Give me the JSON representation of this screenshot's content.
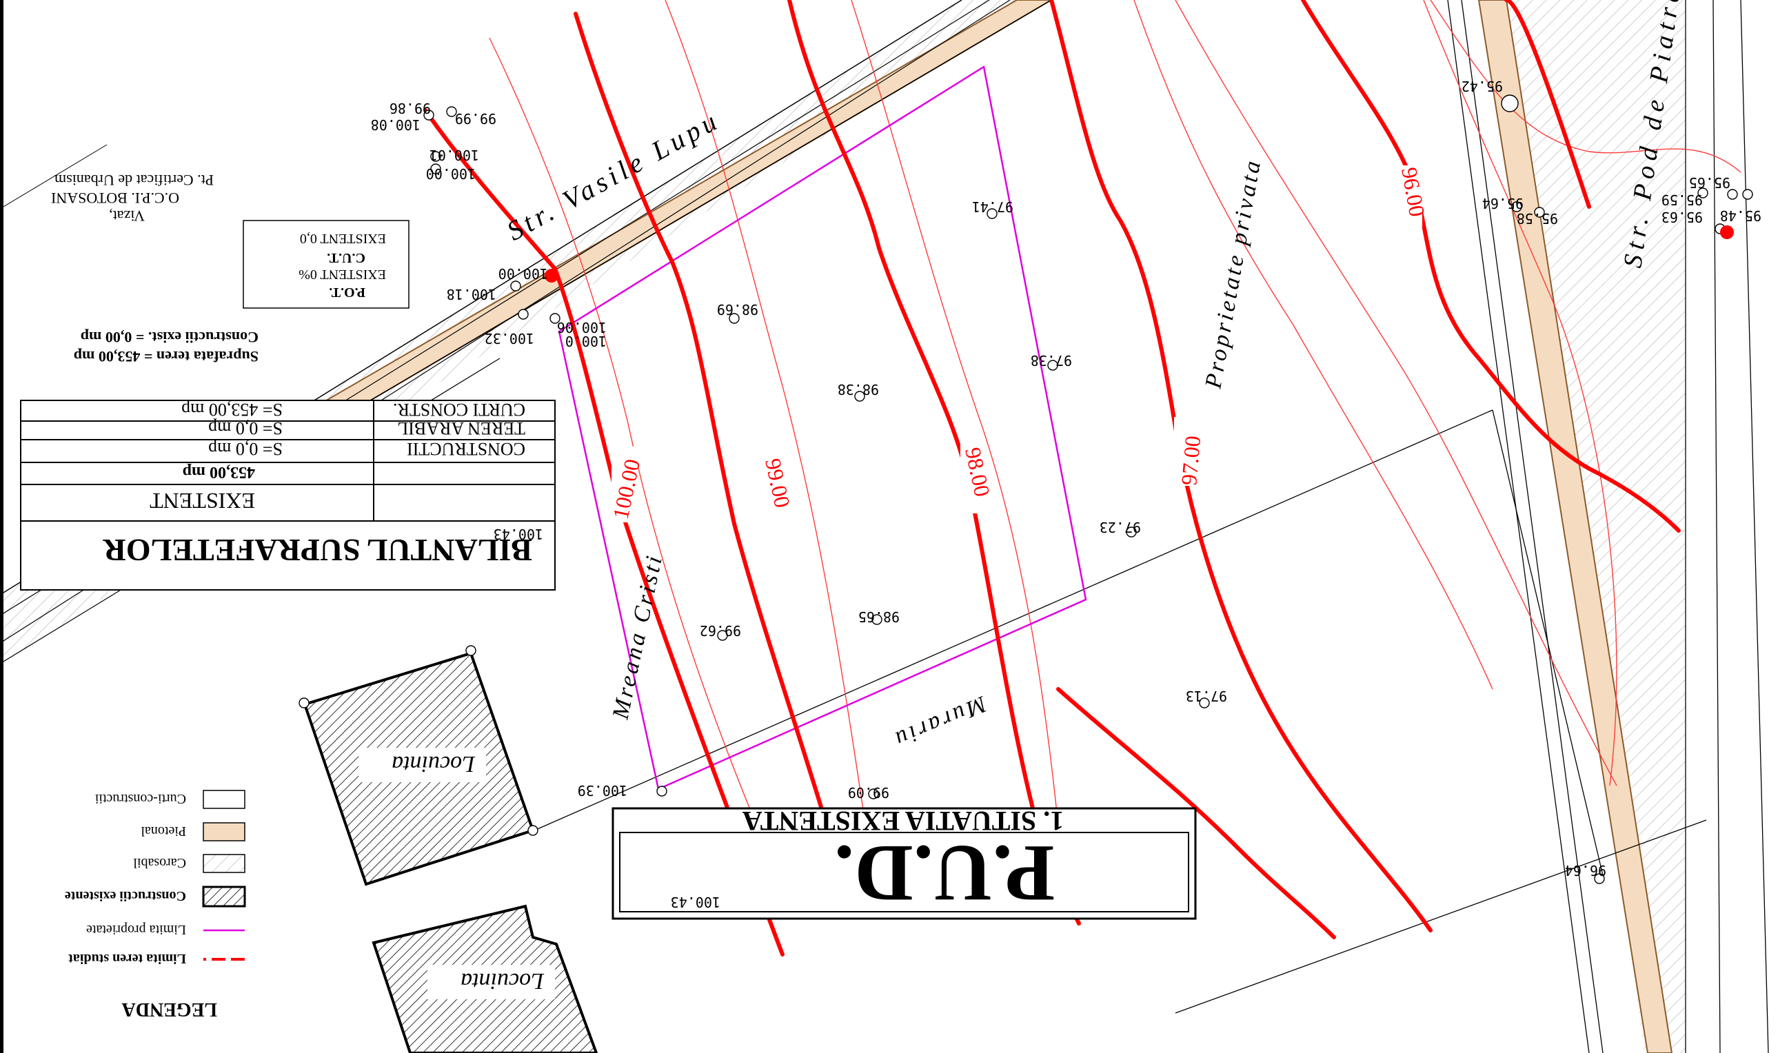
{
  "title_block": {
    "project": "P.U.D.",
    "sheet": "1. SITUATIA EXISTENTA"
  },
  "streets": {
    "street_a": "Str. Vasile Lupu",
    "street_b": "Str. Pod de Piatra"
  },
  "neighbors": {
    "west": "Mreana Cristi",
    "south": "Murariu",
    "east": "Proprietate privata"
  },
  "buildings": {
    "house_1": "Locuinta",
    "house_2": "Locuinta"
  },
  "contours": {
    "c100": "100.00",
    "c99": "99.00",
    "c98": "98.00",
    "c97": "97.00",
    "c96": "96.00"
  },
  "elevations": {
    "e1": "99.86",
    "e2": "99.99",
    "e3": "100.08",
    "e4": "100.01",
    "e5": "100.00",
    "e6": "100.00",
    "e7": "100.18",
    "e8": "100.06",
    "e9": "100.0",
    "e10": "100.32",
    "e11": "98.69",
    "e12": "97.41",
    "e13": "97.38",
    "e14": "98.38",
    "e15": "100.43",
    "e16": "99.62",
    "e17": "98.65",
    "e18": "97.23",
    "e19": "97.13",
    "e20": "100.39",
    "e21": "99.09",
    "e22": "100.43",
    "e23": "96.64",
    "e24": "95.42",
    "e25": "95.64",
    "e26": "95.58",
    "e27": "95.65",
    "e28": "95.59",
    "e29": "95.63",
    "e30": "95.48"
  },
  "indices": {
    "pot_label": "P.O.T.",
    "pot_value": "EXISTENT   0%",
    "cut_label": "C.U.T.",
    "cut_value": "EXISTENT   0,0"
  },
  "areas": {
    "teren": "Suprafata teren     = 453,00 mp",
    "constructii": "Constructii exist. =      0,00 mp"
  },
  "balance": {
    "title": "BILANTUL SUPRAFETELOR",
    "header": "EXISTENT",
    "total": "453,00 mp",
    "rows": [
      {
        "label": "CONSTRUCTII",
        "value": "S=    0,0  mp"
      },
      {
        "label": "TEREN ARABIL",
        "value": "S=    0,0  mp"
      },
      {
        "label": "CURTI CONSTR.",
        "value": "S=   453,00 mp"
      }
    ]
  },
  "approval": {
    "line1": "Vizat,",
    "line2": "O.C.P.I. BOTOSANI",
    "line3": "Pt. Certificat de Urbanism"
  },
  "legend": {
    "title": "LEGENDA",
    "items": [
      {
        "label": "Limita teren studiat"
      },
      {
        "label": "Limita proprietate"
      },
      {
        "label": "Constructii existente"
      },
      {
        "label": "Carosabil"
      },
      {
        "label": "Pietonal"
      },
      {
        "label": "Curti-constructii"
      }
    ]
  },
  "colors": {
    "contour": "#ff0000",
    "thin_contour": "#ff3b3b",
    "property_line": "#e000e0",
    "sidewalk": "#f5dcc0",
    "building_hatch": "#000000",
    "road_hatch": "#c8c8c8"
  }
}
